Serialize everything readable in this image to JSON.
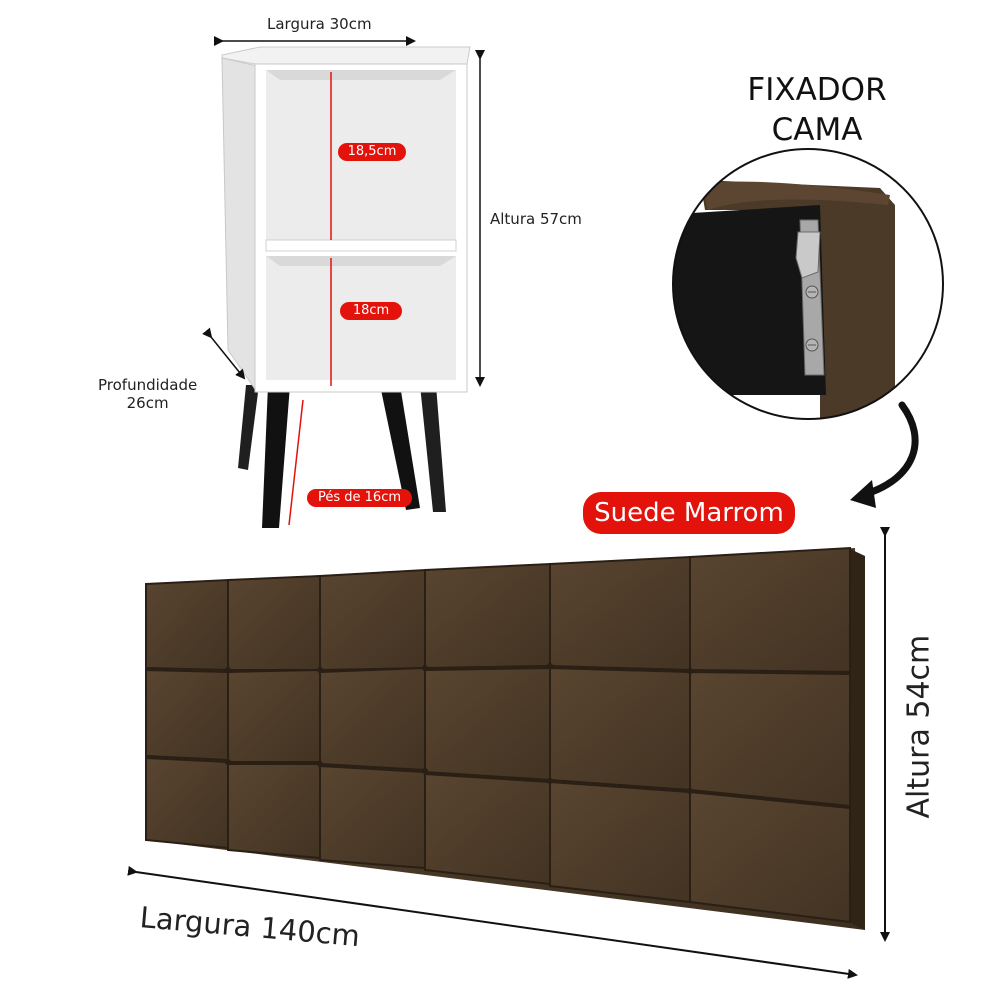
{
  "nightstand": {
    "width_label": "Largura 30cm",
    "height_label": "Altura 57cm",
    "depth_label_1": "Profundidade",
    "depth_label_2": "26cm",
    "upper_niche_label": "18,5cm",
    "lower_niche_label": "18cm",
    "legs_label": "Pés de 16cm"
  },
  "fixer": {
    "title_line1": "FIXADOR",
    "title_line2": "CAMA"
  },
  "headboard": {
    "color_badge": "Suede Marrom",
    "height_label": "Altura 54cm",
    "width_label": "Largura 140cm"
  },
  "colors": {
    "accent_red": "#e3120b",
    "suede_brown": "#4a3a28",
    "cabinet_white": "#ffffff"
  }
}
